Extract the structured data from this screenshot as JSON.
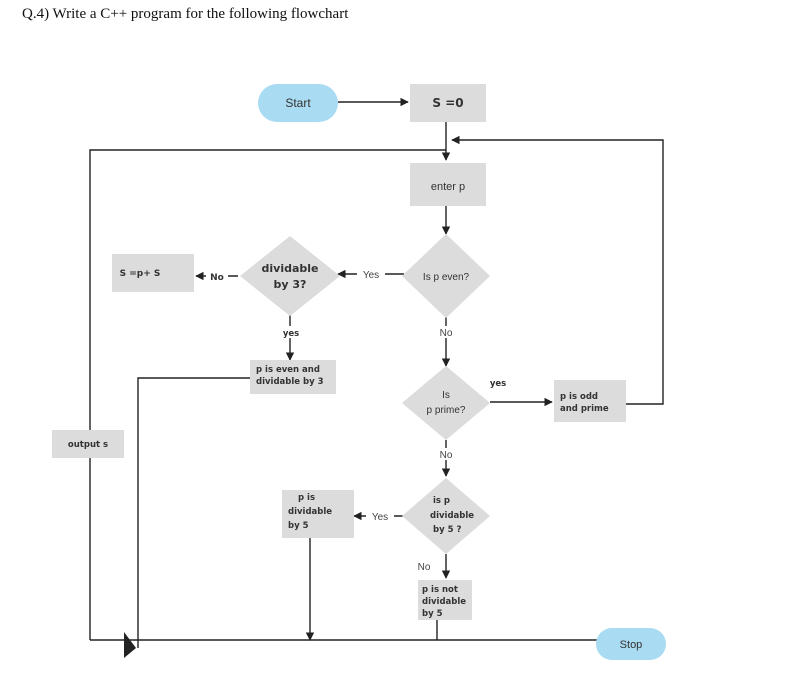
{
  "question": "Q.4) Write a C++ program for the following flowchart",
  "nodes": {
    "start": "Start",
    "s_zero": "S =0",
    "enter_p": "enter p",
    "is_even": "Is p even?",
    "div3_a": "dividable",
    "div3_b": "by 3?",
    "s_update": "S =p+ S",
    "even_div3_a": "p is even and",
    "even_div3_b": "dividable by 3",
    "is_prime_a": "Is",
    "is_prime_b": "p prime?",
    "odd_prime_a": "p is odd",
    "odd_prime_b": "and prime",
    "div5_a": "is p",
    "div5_b": "dividable",
    "div5_c": "by 5 ?",
    "p_div5_a": "p is",
    "p_div5_b": "dividable",
    "p_div5_c": "by  5",
    "not_div5_a": "p is not",
    "not_div5_b": "dividable",
    "not_div5_c": "by 5",
    "output": "output s",
    "stop": "Stop"
  },
  "labels": {
    "yes_div3": "Yes",
    "no_s": "No",
    "yes_lower": "yes",
    "no_even": "No",
    "yes_prime": "yes",
    "no_prime": "No",
    "yes_div5": "Yes",
    "no_div5": "No"
  },
  "colors": {
    "box": "#dcdcdc",
    "terminal": "#a9dbf2",
    "line": "#222222"
  }
}
